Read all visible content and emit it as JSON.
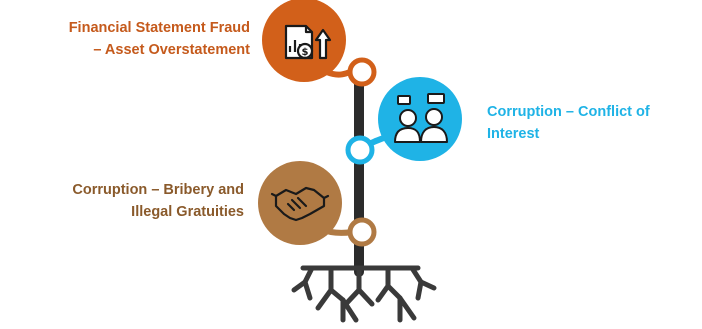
{
  "items": [
    {
      "line1": "Financial Statement Fraud",
      "line2": "– Asset Overstatement",
      "icon": "financial-report-icon",
      "color": "#d2601a"
    },
    {
      "line1": "Corruption – Conflict of",
      "line2": "Interest",
      "icon": "two-people-talking-icon",
      "color": "#1fb3e6"
    },
    {
      "line1": "Corruption – Bribery and",
      "line2": "Illegal Gratuities",
      "icon": "handshake-icon",
      "color": "#b07a44"
    }
  ],
  "colors": {
    "stem": "#2b2b2b",
    "roots": "#3a3a3a"
  }
}
